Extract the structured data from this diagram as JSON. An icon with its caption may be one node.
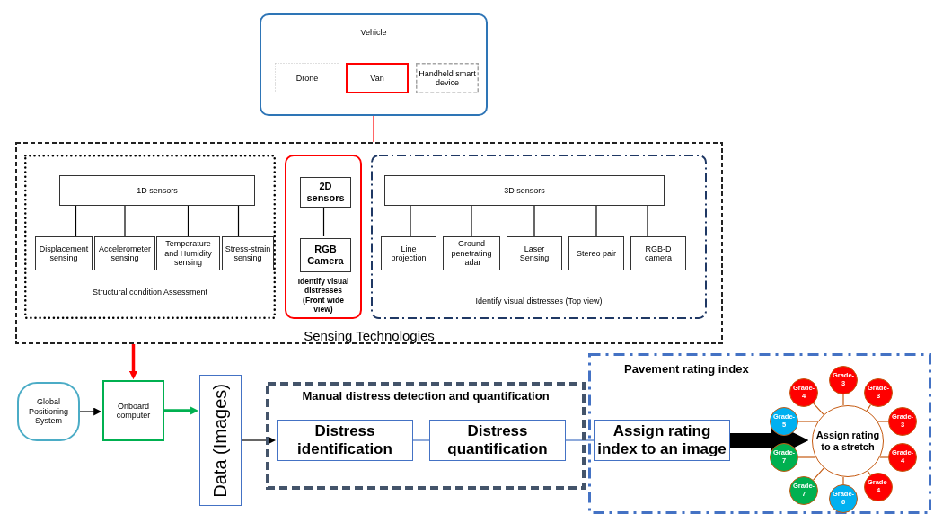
{
  "diagram": {
    "nodes": [
      {
        "text": [
          "Vehicle"
        ]
      },
      {
        "text": [
          "Drone"
        ],
        "in": 0
      },
      {
        "text": [
          "Van"
        ],
        "in": 0
      },
      {
        "text": [
          "Handheld smart device"
        ],
        "in": 0
      },
      {
        "text": [
          "Sensing Technologies"
        ]
      },
      {
        "text": [
          "Structural condition Assessment"
        ],
        "in": 4
      },
      {
        "text": [
          "1D sensors"
        ],
        "in": 5
      },
      {
        "text": [
          "Displacement sensing"
        ],
        "in": 5
      },
      {
        "text": [
          "Accelerometer sensing"
        ],
        "in": 5
      },
      {
        "text": [
          "Temperature and Humidity sensing"
        ],
        "in": 5
      },
      {
        "text": [
          "Stress-strain sensing"
        ],
        "in": 5
      },
      {
        "text": [
          "Identify visual distresses (Front wide view)"
        ],
        "in": 4
      },
      {
        "text": [
          "2D sensors"
        ],
        "in": 11
      },
      {
        "text": [
          "RGB Camera"
        ],
        "in": 11
      },
      {
        "text": [
          "Identify visual distresses (Top view)"
        ],
        "in": 4
      },
      {
        "text": [
          "3D sensors"
        ],
        "in": 14
      },
      {
        "text": [
          "Line projection"
        ],
        "in": 14
      },
      {
        "text": [
          "Ground penetrating radar"
        ],
        "in": 14
      },
      {
        "text": [
          "Laser Sensing"
        ],
        "in": 14
      },
      {
        "text": [
          "Stereo pair"
        ],
        "in": 14
      },
      {
        "text": [
          "RGB-D camera"
        ],
        "in": 14
      },
      {
        "text": [
          "Global Positioning System"
        ]
      },
      {
        "text": [
          "Onboard computer"
        ]
      },
      {
        "text": [
          "Data (Images)"
        ]
      },
      {
        "text": [
          "Manual distress detection and quantification"
        ]
      },
      {
        "text": [
          "Distress identification"
        ],
        "in": 24
      },
      {
        "text": [
          "Distress quantification"
        ],
        "in": 24
      },
      {
        "text": [
          "Pavement rating index"
        ]
      },
      {
        "text": [
          "Assign rating index to an image"
        ],
        "in": 27
      },
      {
        "text": [
          "Assign rating to a stretch"
        ],
        "in": 27
      },
      {
        "text": [
          "Grade-3"
        ],
        "in": 27
      },
      {
        "text": [
          "Grade-4"
        ],
        "in": 27
      },
      {
        "text": [
          "Grade-3"
        ],
        "in": 27
      },
      {
        "text": [
          "Grade-3"
        ],
        "in": 27
      },
      {
        "text": [
          "Grade-5"
        ],
        "in": 27
      },
      {
        "text": [
          "Grade-7"
        ],
        "in": 27
      },
      {
        "text": [
          "Grade-4"
        ],
        "in": 27
      },
      {
        "text": [
          "Grade-7"
        ],
        "in": 27
      },
      {
        "text": [
          "Grade-4"
        ],
        "in": 27
      },
      {
        "text": [
          "Grade-6"
        ],
        "in": 27
      }
    ],
    "edges": [
      {
        "from": 0,
        "to": 4,
        "arrow": "none",
        "color": "#ff0000"
      },
      {
        "from": 6,
        "to": 7,
        "arrow": "none"
      },
      {
        "from": 6,
        "to": 8,
        "arrow": "none"
      },
      {
        "from": 6,
        "to": 9,
        "arrow": "none"
      },
      {
        "from": 6,
        "to": 10,
        "arrow": "none"
      },
      {
        "from": 12,
        "to": 13,
        "arrow": "none"
      },
      {
        "from": 15,
        "to": 16,
        "arrow": "none"
      },
      {
        "from": 15,
        "to": 17,
        "arrow": "none"
      },
      {
        "from": 15,
        "to": 18,
        "arrow": "none"
      },
      {
        "from": 15,
        "to": 19,
        "arrow": "none"
      },
      {
        "from": 15,
        "to": 20,
        "arrow": "none"
      },
      {
        "from": 4,
        "to": 22,
        "arrow": "to",
        "style": "thick",
        "color": "#ff0000"
      },
      {
        "from": 21,
        "to": 22,
        "arrow": "to"
      },
      {
        "from": 22,
        "to": 23,
        "arrow": "to",
        "style": "thick",
        "color": "#00b050"
      },
      {
        "from": 23,
        "to": 25,
        "arrow": "to"
      },
      {
        "from": 25,
        "to": 26,
        "arrow": "none",
        "color": "#4472c4"
      },
      {
        "from": 26,
        "to": 28,
        "arrow": "none",
        "color": "#4472c4"
      },
      {
        "from": 28,
        "to": 29,
        "arrow": "to",
        "style": "thick"
      },
      {
        "from": 29,
        "to": 30,
        "arrow": "none",
        "color": "#c55a11"
      },
      {
        "from": 29,
        "to": 31,
        "arrow": "none",
        "color": "#c55a11"
      },
      {
        "from": 29,
        "to": 32,
        "arrow": "none",
        "color": "#c55a11"
      },
      {
        "from": 29,
        "to": 33,
        "arrow": "none",
        "color": "#c55a11"
      },
      {
        "from": 29,
        "to": 34,
        "arrow": "none",
        "color": "#c55a11"
      },
      {
        "from": 29,
        "to": 35,
        "arrow": "none",
        "color": "#c55a11"
      },
      {
        "from": 29,
        "to": 36,
        "arrow": "none",
        "color": "#c55a11"
      },
      {
        "from": 29,
        "to": 37,
        "arrow": "none",
        "color": "#c55a11"
      },
      {
        "from": 29,
        "to": 38,
        "arrow": "none",
        "color": "#c55a11"
      },
      {
        "from": 29,
        "to": 39,
        "arrow": "none",
        "color": "#c55a11"
      }
    ]
  }
}
